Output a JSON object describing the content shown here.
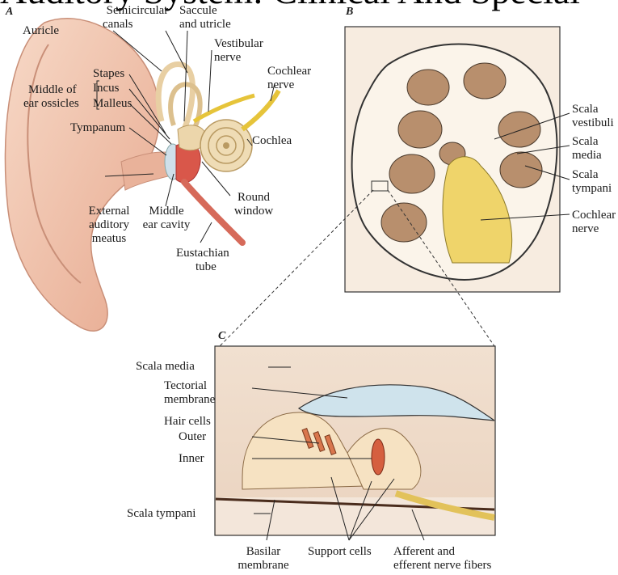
{
  "title": "Auditory System: Clinical And Special",
  "panels": {
    "a": {
      "letter": "A",
      "labels": {
        "auricle": "Auricle",
        "semicircular": [
          "Semicircular",
          "canals"
        ],
        "saccule": [
          "Saccule",
          "and utricle"
        ],
        "vestibular": [
          "Vestibular",
          "nerve"
        ],
        "cochlear_nerve": [
          "Cochlear",
          "nerve"
        ],
        "ossicles": [
          "Middle of",
          "ear ossicles"
        ],
        "stapes": "Stapes",
        "incus": "Incus",
        "malleus": "Malleus",
        "tympanum": "Tympanum",
        "cochlea": "Cochlea",
        "external": [
          "External",
          "auditory",
          "meatus"
        ],
        "middle_cavity": [
          "Middle",
          "ear cavity"
        ],
        "round_window": [
          "Round",
          "window"
        ],
        "eustachian": [
          "Eustachian",
          "tube"
        ]
      }
    },
    "b": {
      "letter": "B",
      "labels": {
        "scala_vestibuli": [
          "Scala",
          "vestibuli"
        ],
        "scala_media": [
          "Scala",
          "media"
        ],
        "scala_tympani": [
          "Scala",
          "tympani"
        ],
        "cochlear_nerve": [
          "Cochlear",
          "nerve"
        ]
      }
    },
    "c": {
      "letter": "C",
      "labels": {
        "scala_media": "Scala media",
        "tectorial": [
          "Tectorial",
          "membrane"
        ],
        "hair_cells": "Hair cells",
        "outer": "Outer",
        "inner": "Inner",
        "scala_tympani": "Scala tympani",
        "basilar": [
          "Basilar",
          "membrane"
        ],
        "support": "Support cells",
        "afferent": [
          "Afferent and",
          "efferent nerve fibers"
        ]
      }
    }
  }
}
